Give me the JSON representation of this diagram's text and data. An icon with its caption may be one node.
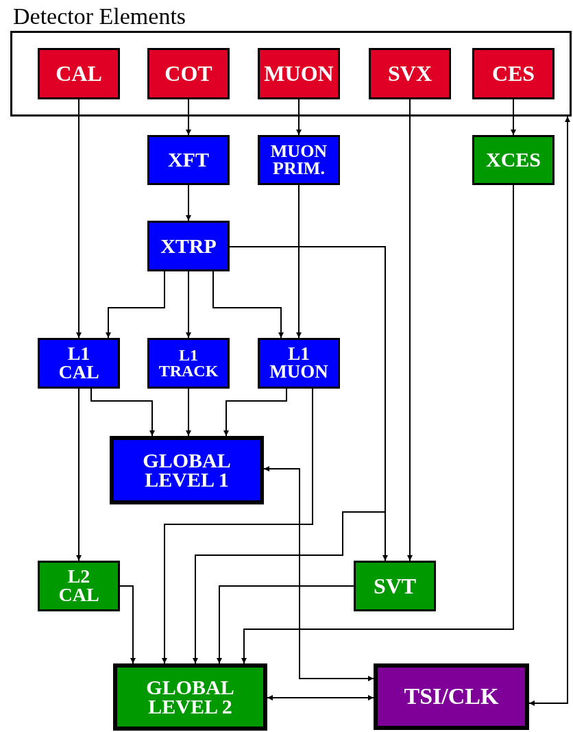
{
  "diagram": {
    "nodes": [
      {
        "text": [
          "Detector Elements"
        ]
      },
      {
        "text": [
          "CAL"
        ],
        "in": 0
      },
      {
        "text": [
          "COT"
        ],
        "in": 0
      },
      {
        "text": [
          "MUON"
        ],
        "in": 0
      },
      {
        "text": [
          "SVX"
        ],
        "in": 0
      },
      {
        "text": [
          "CES"
        ],
        "in": 0
      },
      {
        "text": [
          "XFT"
        ]
      },
      {
        "text": [
          "MUON PRIM."
        ]
      },
      {
        "text": [
          "XCES"
        ]
      },
      {
        "text": [
          "XTRP"
        ]
      },
      {
        "text": [
          "L1 CAL"
        ]
      },
      {
        "text": [
          "L1 TRACK"
        ]
      },
      {
        "text": [
          "L1 MUON"
        ]
      },
      {
        "text": [
          "GLOBAL LEVEL 1"
        ]
      },
      {
        "text": [
          "L2 CAL"
        ]
      },
      {
        "text": [
          "SVT"
        ]
      },
      {
        "text": [
          "GLOBAL LEVEL 2"
        ]
      },
      {
        "text": [
          "TSI/CLK"
        ]
      }
    ],
    "edges": [
      {
        "from": 1,
        "to": 10,
        "arrow": "to"
      },
      {
        "from": 2,
        "to": 6,
        "arrow": "to"
      },
      {
        "from": 3,
        "to": 7,
        "arrow": "to"
      },
      {
        "from": 5,
        "to": 8,
        "arrow": "to"
      },
      {
        "from": 6,
        "to": 9,
        "arrow": "to"
      },
      {
        "from": 9,
        "to": 10,
        "arrow": "to"
      },
      {
        "from": 9,
        "to": 11,
        "arrow": "to"
      },
      {
        "from": 9,
        "to": 12,
        "arrow": "to"
      },
      {
        "from": 7,
        "to": 12,
        "arrow": "to"
      },
      {
        "from": 9,
        "to": 15,
        "arrow": "to"
      },
      {
        "from": 9,
        "to": 16,
        "arrow": "to"
      },
      {
        "from": 4,
        "to": 15,
        "arrow": "to"
      },
      {
        "from": 10,
        "to": 13,
        "arrow": "to"
      },
      {
        "from": 11,
        "to": 13,
        "arrow": "to"
      },
      {
        "from": 12,
        "to": 13,
        "arrow": "to"
      },
      {
        "from": 12,
        "to": 16,
        "arrow": "to"
      },
      {
        "from": 10,
        "to": 14,
        "arrow": "to"
      },
      {
        "from": 14,
        "to": 16,
        "arrow": "to"
      },
      {
        "from": 15,
        "to": 16,
        "arrow": "to"
      },
      {
        "from": 8,
        "to": 16,
        "arrow": "to"
      },
      {
        "from": 13,
        "to": 17,
        "arrow": "both"
      },
      {
        "from": 16,
        "to": 17,
        "arrow": "both"
      },
      {
        "from": 17,
        "to": 0,
        "arrow": "both"
      }
    ]
  }
}
